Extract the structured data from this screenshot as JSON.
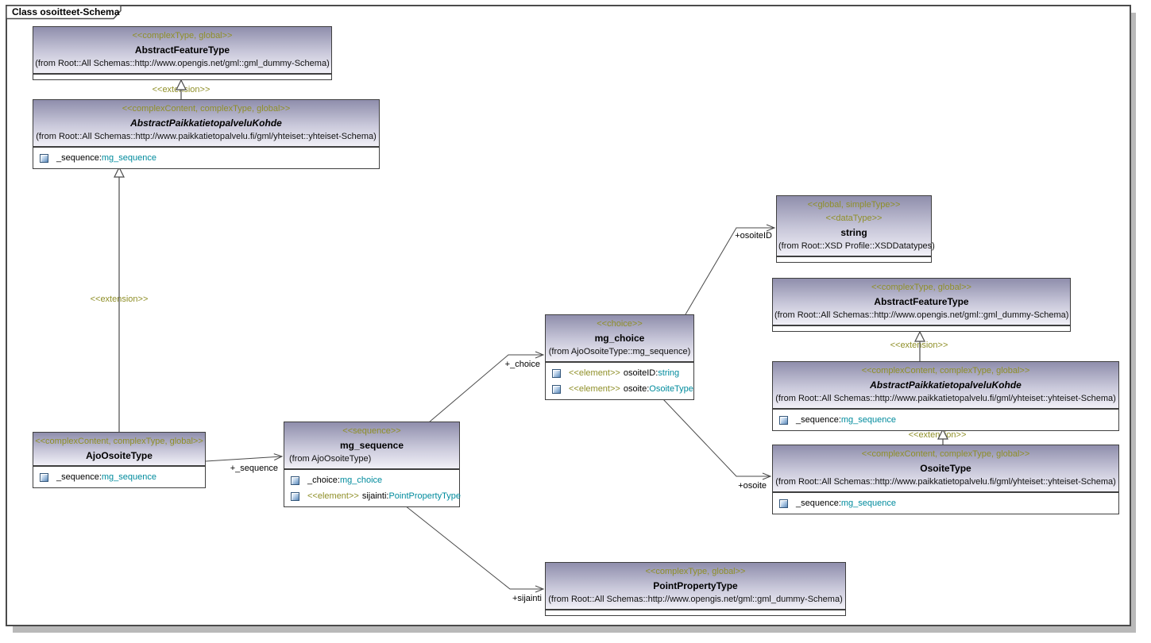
{
  "frame": {
    "title": "Class osoitteet-Schema"
  },
  "colors": {
    "stereotype": "#8f8f28",
    "type_reference": "#008b9d",
    "header_gradient_top": "#8f8eac",
    "header_gradient_bottom": "#f1f0f7",
    "box_border": "#3f3f3f",
    "frame_shadow": "#b9b9b9"
  },
  "classes": {
    "aft_top": {
      "stereotypes": [
        "<<complexType, global>>"
      ],
      "name": "AbstractFeatureType",
      "from": "(from Root::All Schemas::http://www.opengis.net/gml::gml_dummy-Schema)"
    },
    "apk_left": {
      "stereotypes": [
        "<<complexContent, complexType, global>>"
      ],
      "name": "AbstractPaikkatietopalveluKohde",
      "from": "(from Root::All Schemas::http://www.paikkatietopalvelu.fi/gml/yhteiset::yhteiset-Schema)",
      "attributes": [
        {
          "name": "_sequence:",
          "type": "mg_sequence"
        }
      ]
    },
    "ajo": {
      "stereotypes": [
        "<<complexContent, complexType, global>>"
      ],
      "name": "AjoOsoiteType",
      "attributes": [
        {
          "name": "_sequence:",
          "type": "mg_sequence"
        }
      ]
    },
    "mg_sequence": {
      "stereotypes": [
        "<<sequence>>"
      ],
      "name": "mg_sequence",
      "from": "(from AjoOsoiteType)",
      "attributes": [
        {
          "name": "_choice:",
          "type": "mg_choice"
        },
        {
          "stereo": "<<element>>",
          "name": "sijainti:",
          "type": "PointPropertyType"
        }
      ]
    },
    "mg_choice": {
      "stereotypes": [
        "<<choice>>"
      ],
      "name": "mg_choice",
      "from": "(from AjoOsoiteType::mg_sequence)",
      "attributes": [
        {
          "stereo": "<<element>>",
          "name": "osoiteID:",
          "type": "string"
        },
        {
          "stereo": "<<element>>",
          "name": "osoite:",
          "type": "OsoiteType"
        }
      ]
    },
    "string": {
      "stereotypes": [
        "<<global, simpleType>>",
        "<<dataType>>"
      ],
      "name": "string",
      "from": "(from Root::XSD Profile::XSDDatatypes)"
    },
    "aft_right": {
      "stereotypes": [
        "<<complexType, global>>"
      ],
      "name": "AbstractFeatureType",
      "from": "(from Root::All Schemas::http://www.opengis.net/gml::gml_dummy-Schema)"
    },
    "apk_right": {
      "stereotypes": [
        "<<complexContent, complexType, global>>"
      ],
      "name": "AbstractPaikkatietopalveluKohde",
      "from": "(from Root::All Schemas::http://www.paikkatietopalvelu.fi/gml/yhteiset::yhteiset-Schema)",
      "attributes": [
        {
          "name": "_sequence:",
          "type": "mg_sequence"
        }
      ]
    },
    "osoite": {
      "stereotypes": [
        "<<complexContent, complexType, global>>"
      ],
      "name": "OsoiteType",
      "from": "(from Root::All Schemas::http://www.paikkatietopalvelu.fi/gml/yhteiset::yhteiset-Schema)",
      "attributes": [
        {
          "name": "_sequence:",
          "type": "mg_sequence"
        }
      ]
    },
    "point": {
      "stereotypes": [
        "<<complexType, global>>"
      ],
      "name": "PointPropertyType",
      "from": "(from Root::All Schemas::http://www.opengis.net/gml::gml_dummy-Schema)"
    }
  },
  "edges": {
    "extension_label": "<<extension>>",
    "labels": {
      "sequence": "+_sequence",
      "choice": "+_choice",
      "osoiteID": "+osoiteID",
      "osoite": "+osoite",
      "sijainti": "+sijainti"
    }
  }
}
